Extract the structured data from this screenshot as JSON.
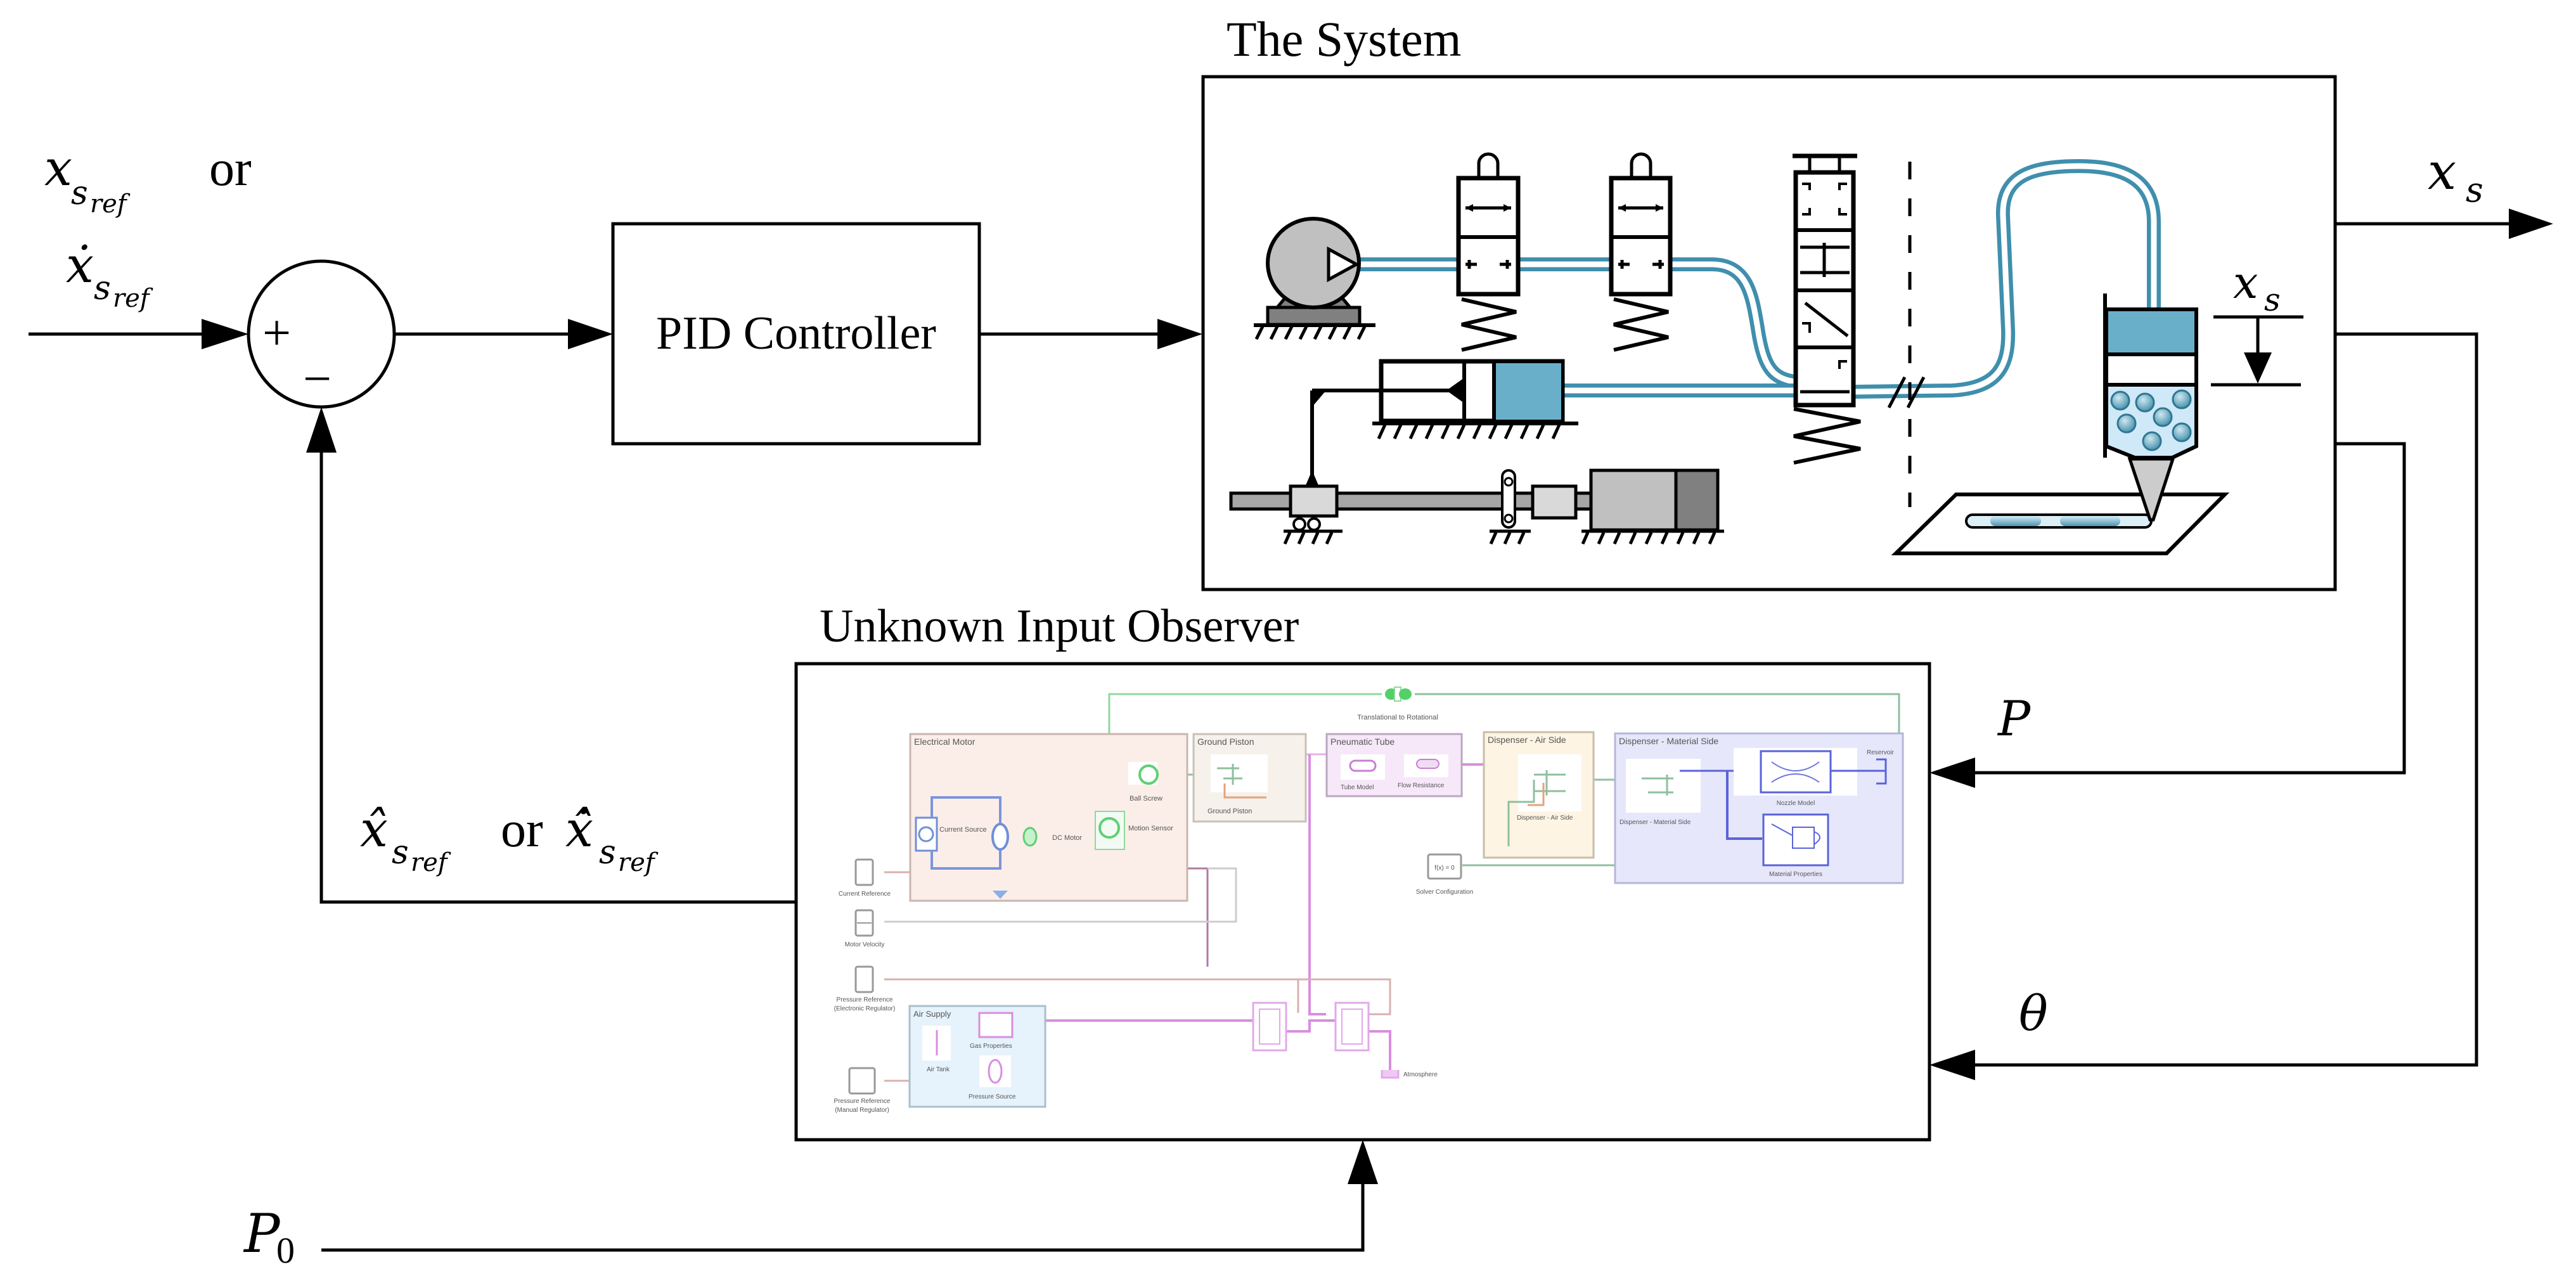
{
  "diagram": {
    "type": "control-loop block diagram",
    "inputs": {
      "reference_label_1": "x",
      "reference_label_1_sub": "s",
      "reference_label_1_subsub": "ref",
      "or_word": "or",
      "reference_label_2": "ẋ",
      "reference_label_2_sub": "s",
      "reference_label_2_subsub": "ref"
    },
    "summing_junction": {
      "plus": "+",
      "minus": "−"
    },
    "pid_block": {
      "label": "PID Controller"
    },
    "system_block": {
      "title": "The System",
      "displacement_label": "x",
      "displacement_sub": "s",
      "components": [
        "compressor",
        "solenoid-valve-1",
        "solenoid-valve-2",
        "5-2-way-valve",
        "pneumatic-cylinder",
        "ball-screw-shaft",
        "electric-motor",
        "syringe-dispenser",
        "nozzle",
        "substrate"
      ]
    },
    "output": {
      "label": "x",
      "sub": "s"
    },
    "observer_block": {
      "title": "Unknown Input Observer",
      "subsystems": [
        {
          "name": "Electrical Motor",
          "color": "#fbeee8",
          "parts": [
            "Current Source",
            "DC Motor",
            "Motion Sensor",
            "Ball Screw"
          ]
        },
        {
          "name": "Ground Piston",
          "color": "#f6f1ea",
          "parts": [
            "Ground Piston"
          ]
        },
        {
          "name": "Pneumatic Tube",
          "color": "#f6e8f8",
          "parts": [
            "Tube Model",
            "Flow Resistance"
          ]
        },
        {
          "name": "Dispenser - Air Side",
          "color": "#fdf4e3",
          "parts": [
            "Dispenser - Air Side"
          ]
        },
        {
          "name": "Dispenser - Material Side",
          "color": "#e7e7fb",
          "parts": [
            "Dispenser - Material Side",
            "Nozzle Model",
            "Material Properties",
            "Reservoir"
          ]
        },
        {
          "name": "Air Supply",
          "color": "#e6f3fc",
          "parts": [
            "Air Tank",
            "Gas Properties",
            "Pressure Source"
          ]
        }
      ],
      "free_blocks": {
        "translational": "Translational to Rotational",
        "solver": "Solver Configuration",
        "solver_glyph": "f(x) = 0",
        "current_ref": "Current Reference",
        "motor_velocity": "Motor Velocity",
        "pressure_ref_e1": "Pressure Reference",
        "pressure_ref_e2": "(Electronic Regulator)",
        "pressure_ref_m1": "Pressure Reference",
        "pressure_ref_m2": "(Manual Regulator)",
        "atmosphere": "Atmosphere"
      }
    },
    "feedback": {
      "estimate_label_1": "x̂",
      "estimate_sub": "s",
      "estimate_subsub": "ref",
      "or_word": "or",
      "estimate_label_2": "x̂̇"
    },
    "measured_signals": [
      {
        "label": "P"
      },
      {
        "label": "θ"
      }
    ],
    "external_input": {
      "label": "P",
      "sub": "0"
    },
    "colors": {
      "line": "#000000",
      "pipe": "#3f8fad",
      "fluid_blue": "#6aafca",
      "liquid": "#cfe9f8",
      "mech_grey": "#c0c0c0",
      "mech_dark": "#808080"
    }
  }
}
